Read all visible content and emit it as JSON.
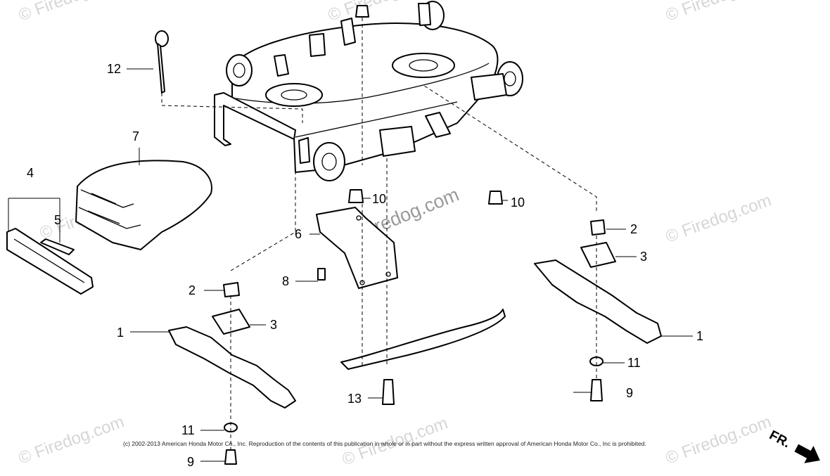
{
  "diagram": {
    "watermark": "© Firedog.com",
    "copyright": "(c) 2002-2013 American Honda Motor Co., Inc. Reproduction of the contents of this publication in whole or in part without the express written approval of American Honda Motor Co., Inc is prohibited.",
    "front_indicator": "FR.",
    "callouts": [
      {
        "id": "c1a",
        "label": "1"
      },
      {
        "id": "c1b",
        "label": "1"
      },
      {
        "id": "c2a",
        "label": "2"
      },
      {
        "id": "c2b",
        "label": "2"
      },
      {
        "id": "c3a",
        "label": "3"
      },
      {
        "id": "c3b",
        "label": "3"
      },
      {
        "id": "c4",
        "label": "4"
      },
      {
        "id": "c5",
        "label": "5"
      },
      {
        "id": "c6",
        "label": "6"
      },
      {
        "id": "c7",
        "label": "7"
      },
      {
        "id": "c8",
        "label": "8"
      },
      {
        "id": "c9a",
        "label": "9"
      },
      {
        "id": "c9b",
        "label": "9"
      },
      {
        "id": "c10a",
        "label": "10"
      },
      {
        "id": "c10b",
        "label": "10"
      },
      {
        "id": "c11a",
        "label": "11"
      },
      {
        "id": "c11b",
        "label": "11"
      },
      {
        "id": "c12",
        "label": "12"
      },
      {
        "id": "c13",
        "label": "13"
      }
    ]
  }
}
